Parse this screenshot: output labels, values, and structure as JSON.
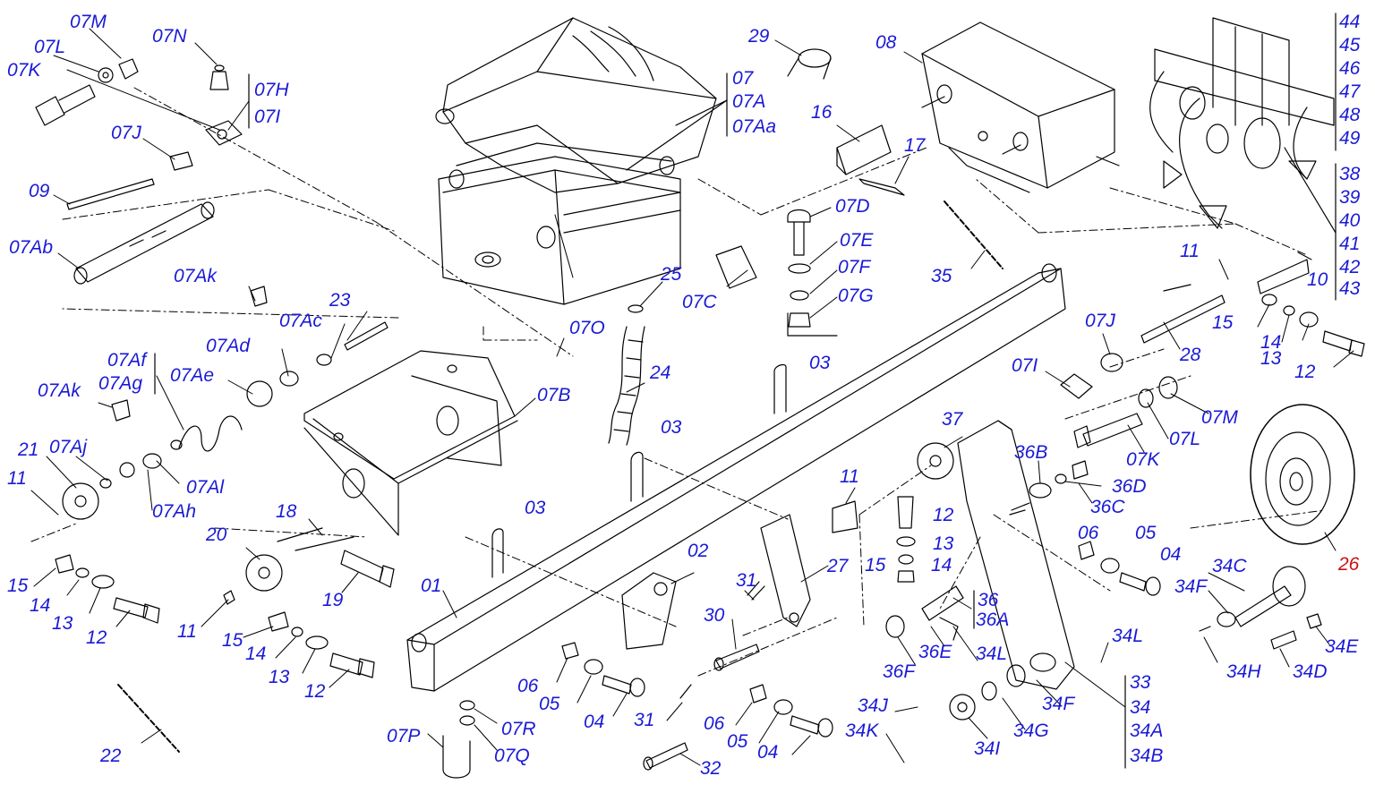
{
  "colors": {
    "callout": "#1a1ad6",
    "highlight": "#cc1111",
    "line": "#000000"
  },
  "diagram": {
    "callouts": [
      {
        "text": "07M"
      },
      {
        "text": "07L"
      },
      {
        "text": "07K"
      },
      {
        "text": "07N"
      },
      {
        "text": "07H"
      },
      {
        "text": "07I"
      },
      {
        "text": "07J"
      },
      {
        "text": "09"
      },
      {
        "text": "07Ab"
      },
      {
        "text": "29"
      },
      {
        "text": "08"
      },
      {
        "text": "16"
      },
      {
        "text": "17"
      },
      {
        "text": "07"
      },
      {
        "text": "07A"
      },
      {
        "text": "07Aa"
      },
      {
        "text": "07D"
      },
      {
        "text": "07E"
      },
      {
        "text": "07F"
      },
      {
        "text": "07G"
      },
      {
        "text": "07C"
      },
      {
        "text": "25"
      },
      {
        "text": "07O"
      },
      {
        "text": "24"
      },
      {
        "text": "07Ak"
      },
      {
        "text": "23"
      },
      {
        "text": "07Ac"
      },
      {
        "text": "07Ad"
      },
      {
        "text": "07Af"
      },
      {
        "text": "07Ag"
      },
      {
        "text": "07Ae"
      },
      {
        "text": "07Ak"
      },
      {
        "text": "07B"
      },
      {
        "text": "21"
      },
      {
        "text": "07Aj"
      },
      {
        "text": "11"
      },
      {
        "text": "07Al"
      },
      {
        "text": "07Ah"
      },
      {
        "text": "35"
      },
      {
        "text": "11"
      },
      {
        "text": "10"
      },
      {
        "text": "15"
      },
      {
        "text": "14"
      },
      {
        "text": "13"
      },
      {
        "text": "12"
      },
      {
        "text": "28"
      },
      {
        "text": "07J"
      },
      {
        "text": "07I"
      },
      {
        "text": "07M"
      },
      {
        "text": "07L"
      },
      {
        "text": "07K"
      },
      {
        "text": "03"
      },
      {
        "text": "03"
      },
      {
        "text": "03"
      },
      {
        "text": "37"
      },
      {
        "text": "36B"
      },
      {
        "text": "36D"
      },
      {
        "text": "36C"
      },
      {
        "text": "11"
      },
      {
        "text": "12"
      },
      {
        "text": "13"
      },
      {
        "text": "15"
      },
      {
        "text": "14"
      },
      {
        "text": "06"
      },
      {
        "text": "05"
      },
      {
        "text": "04"
      },
      {
        "text": "18"
      },
      {
        "text": "20"
      },
      {
        "text": "19"
      },
      {
        "text": "15"
      },
      {
        "text": "14"
      },
      {
        "text": "13"
      },
      {
        "text": "12"
      },
      {
        "text": "11"
      },
      {
        "text": "15"
      },
      {
        "text": "14"
      },
      {
        "text": "13"
      },
      {
        "text": "12"
      },
      {
        "text": "01"
      },
      {
        "text": "02"
      },
      {
        "text": "31"
      },
      {
        "text": "30"
      },
      {
        "text": "27"
      },
      {
        "text": "36"
      },
      {
        "text": "36A"
      },
      {
        "text": "36E"
      },
      {
        "text": "34L"
      },
      {
        "text": "36F"
      },
      {
        "text": "34L"
      },
      {
        "text": "34C"
      },
      {
        "text": "34F"
      },
      {
        "text": "26",
        "highlight": true
      },
      {
        "text": "34H"
      },
      {
        "text": "34D"
      },
      {
        "text": "34E"
      },
      {
        "text": "06"
      },
      {
        "text": "05"
      },
      {
        "text": "04"
      },
      {
        "text": "22"
      },
      {
        "text": "07P"
      },
      {
        "text": "07R"
      },
      {
        "text": "07Q"
      },
      {
        "text": "31"
      },
      {
        "text": "32"
      },
      {
        "text": "06"
      },
      {
        "text": "05"
      },
      {
        "text": "04"
      },
      {
        "text": "34J"
      },
      {
        "text": "34K"
      },
      {
        "text": "34I"
      },
      {
        "text": "34G"
      },
      {
        "text": "34F"
      },
      {
        "text": "33"
      },
      {
        "text": "34"
      },
      {
        "text": "34A"
      },
      {
        "text": "34B"
      },
      {
        "text": "44"
      },
      {
        "text": "45"
      },
      {
        "text": "46"
      },
      {
        "text": "47"
      },
      {
        "text": "48"
      },
      {
        "text": "49"
      },
      {
        "text": "38"
      },
      {
        "text": "39"
      },
      {
        "text": "40"
      },
      {
        "text": "41"
      },
      {
        "text": "42"
      },
      {
        "text": "43"
      }
    ]
  }
}
